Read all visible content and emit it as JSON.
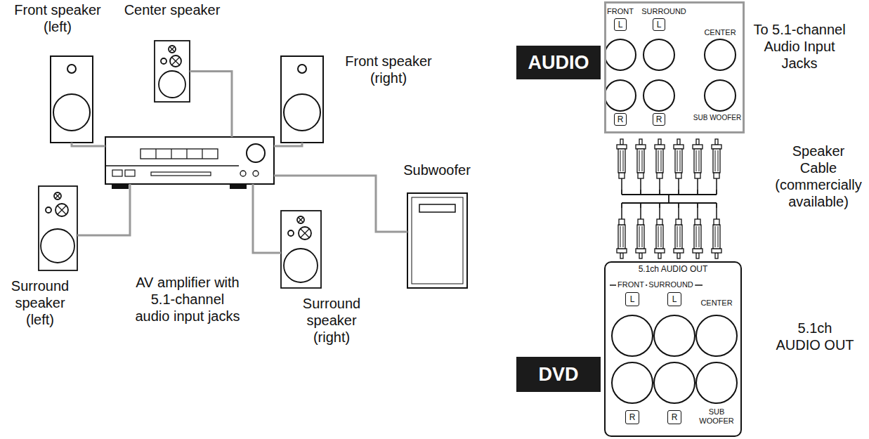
{
  "diagram": {
    "nodes": [
      {
        "text": [
          "Front speaker (left)"
        ]
      },
      {
        "text": [
          "Center speaker"
        ]
      },
      {
        "text": [
          "Front speaker (right)"
        ]
      },
      {
        "text": [
          "Subwoofer"
        ]
      },
      {
        "text": [
          "AV amplifier with 5.1-channel audio input jacks"
        ]
      },
      {
        "text": [
          "Surround speaker (left)"
        ]
      },
      {
        "text": [
          "Surround speaker (right)"
        ]
      },
      {
        "text": [
          "AUDIO"
        ]
      },
      {
        "text": [
          "FRONT",
          "SURROUND",
          "CENTER",
          "SUB WOOFER"
        ]
      },
      {
        "text": [
          "L"
        ],
        "in": 8
      },
      {
        "text": [
          "L"
        ],
        "in": 8
      },
      {
        "text": [
          "R"
        ],
        "in": 8
      },
      {
        "text": [
          "R"
        ],
        "in": 8
      },
      {
        "text": [
          "5.1ch AUDIO OUT",
          "FRONT",
          "SURROUND",
          "CENTER",
          "SUB WOOFER"
        ]
      },
      {
        "text": [
          "L"
        ],
        "in": 13
      },
      {
        "text": [
          "L"
        ],
        "in": 13
      },
      {
        "text": [
          "R"
        ],
        "in": 13
      },
      {
        "text": [
          "R"
        ],
        "in": 13
      },
      {
        "text": [
          "DVD"
        ]
      }
    ],
    "edges": [
      {
        "from": 4,
        "to": 0,
        "arrow": "none"
      },
      {
        "from": 4,
        "to": 1,
        "arrow": "none"
      },
      {
        "from": 4,
        "to": 2,
        "arrow": "none"
      },
      {
        "from": 4,
        "to": 3,
        "arrow": "none"
      },
      {
        "from": 4,
        "to": 5,
        "arrow": "none"
      },
      {
        "from": 4,
        "to": 6,
        "arrow": "none"
      }
    ],
    "labels": [
      "To 5.1-channel Audio Input Jacks",
      "Speaker Cable (commercially available)",
      "5.1ch AUDIO OUT"
    ]
  }
}
